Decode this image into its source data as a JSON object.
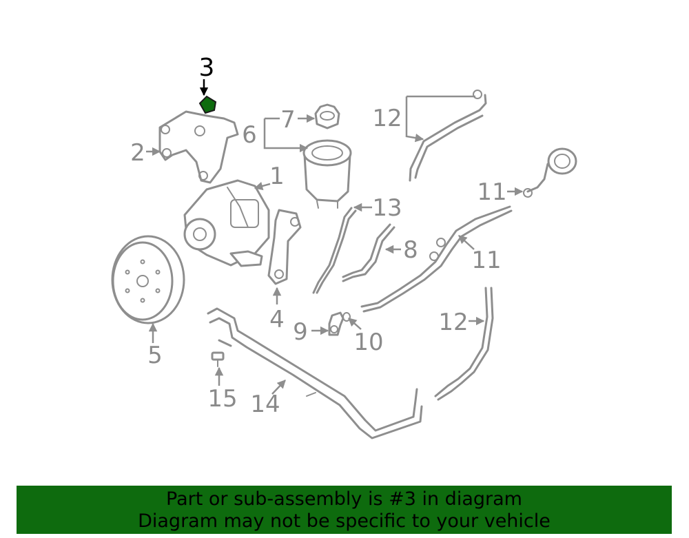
{
  "highlight_color": "#0e6b0e",
  "callouts": {
    "c1": "1",
    "c2": "2",
    "c3": "3",
    "c4": "4",
    "c5": "5",
    "c6": "6",
    "c7": "7",
    "c8": "8",
    "c9": "9",
    "c10": "10",
    "c11a": "11",
    "c11b": "11",
    "c12a": "12",
    "c12b": "12",
    "c13": "13",
    "c14": "14",
    "c15": "15"
  },
  "banner": {
    "line1": "Part or sub-assembly is #3 in diagram",
    "line2": "Diagram may not be specific to your vehicle"
  }
}
